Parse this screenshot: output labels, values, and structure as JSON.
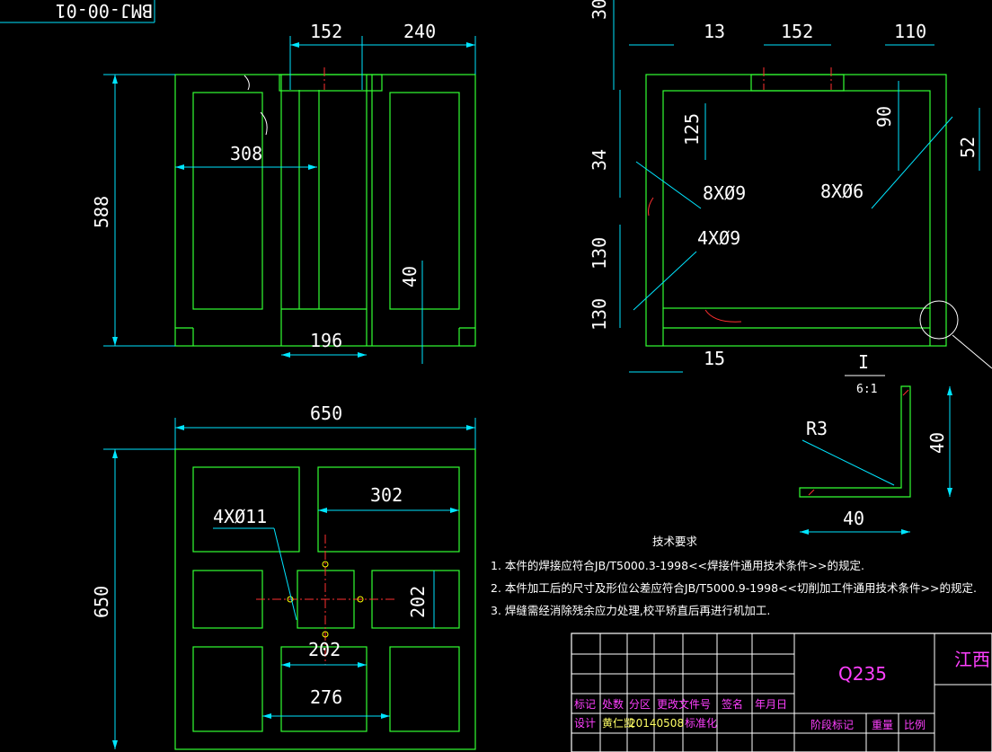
{
  "drawing_no": "BMJ-00-01",
  "view_top_left": {
    "dims": {
      "d152": "152",
      "d240": "240",
      "d308": "308",
      "d588": "588",
      "d40": "40",
      "d196": "196"
    }
  },
  "view_top_right": {
    "dims": {
      "d30": "30",
      "d13": "13",
      "d152": "152",
      "d110": "110",
      "d125": "125",
      "d90": "90",
      "d52": "52",
      "d34": "34",
      "d130a": "130",
      "d130b": "130",
      "d15": "15"
    },
    "holes": {
      "h1": "8XØ9",
      "h2": "8XØ6",
      "h3": "4XØ9"
    }
  },
  "detail": {
    "label": "I",
    "scale": "6:1",
    "radius": "R3",
    "h40": "40",
    "w40": "40"
  },
  "view_bottom": {
    "dims": {
      "w650": "650",
      "h650": "650",
      "d302": "302",
      "d202h": "202",
      "d202v": "202",
      "d276": "276"
    },
    "holes": {
      "h1": "4XØ11"
    }
  },
  "tech": {
    "title": "技术要求",
    "items": [
      "1. 本件的焊接应符合JB/T5000.3-1998<<焊接件通用技术条件>>的规定.",
      "2. 本件加工后的尺寸及形位公差应符合JB/T5000.9-1998<<切削加工件通用技术条件>>的规定.",
      "3. 焊缝需经消除残余应力处理,校平矫直后再进行机加工."
    ]
  },
  "title_block": {
    "material": "Q235",
    "company": "江西",
    "row1": [
      "标记",
      "处数",
      "分区",
      "更改文件号",
      "签名",
      "年月日"
    ],
    "row2": [
      "设计",
      "黄仁凯",
      "20140508",
      "标准化"
    ],
    "row3": [
      "阶段标记",
      "重量",
      "比例"
    ]
  }
}
